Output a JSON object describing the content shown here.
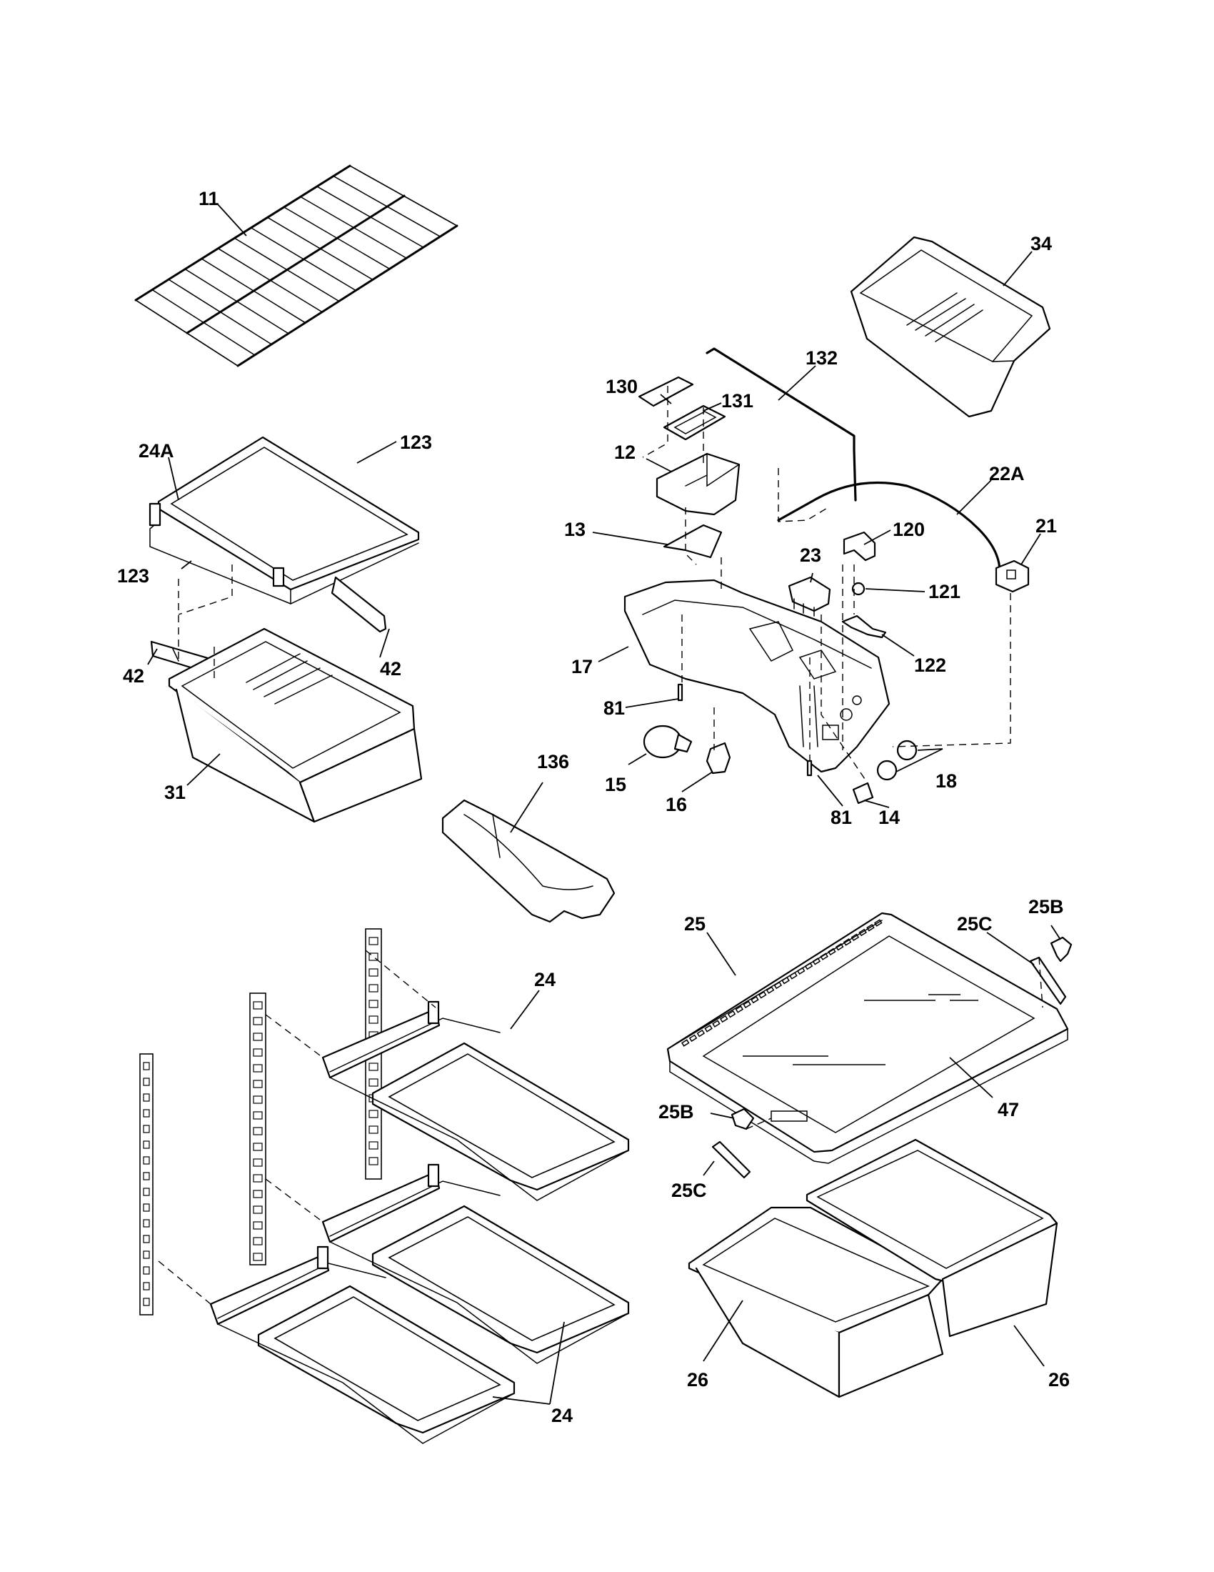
{
  "callouts": {
    "c11": "11",
    "c34": "34",
    "c132": "132",
    "c130": "130",
    "c131": "131",
    "c24A": "24A",
    "c123a": "123",
    "c123b": "123",
    "c12": "12",
    "c22A": "22A",
    "c21": "21",
    "c13": "13",
    "c120": "120",
    "c23": "23",
    "c121": "121",
    "c42a": "42",
    "c42b": "42",
    "c122": "122",
    "c17": "17",
    "c81a": "81",
    "c81b": "81",
    "c18": "18",
    "c136": "136",
    "c15": "15",
    "c16": "16",
    "c14": "14",
    "c31": "31",
    "c25B_top": "25B",
    "c25": "25",
    "c25C_top": "25C",
    "c24_top": "24",
    "c47": "47",
    "c25B_bot": "25B",
    "c25C_bot": "25C",
    "c26a": "26",
    "c26b": "26",
    "c24_bot": "24"
  }
}
